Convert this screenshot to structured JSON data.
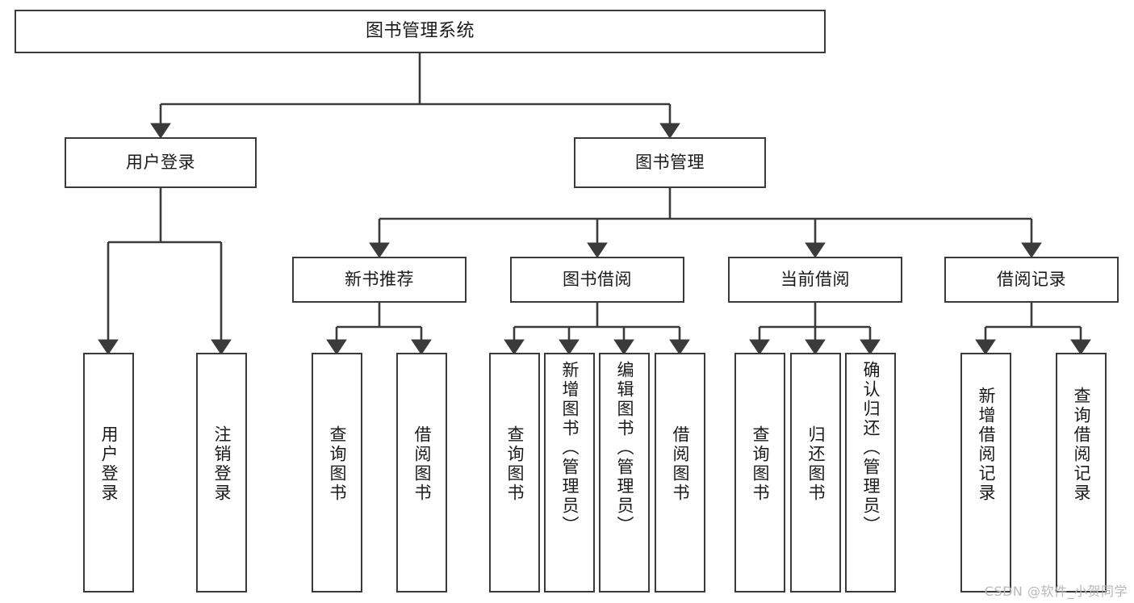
{
  "diagram": {
    "title": "图书管理系统",
    "watermark": "CSDN @软件_小贺同学",
    "line_color": "#3a3a3a",
    "text_color": "#1a1a1a",
    "background": "#ffffff",
    "orientation": "top-down tree",
    "levels": 4,
    "nodes": {
      "root": {
        "label": "图书管理系统",
        "level": 1
      },
      "l2_user_login": {
        "label": "用户登录",
        "level": 2
      },
      "l2_book_manage": {
        "label": "图书管理",
        "level": 2
      },
      "l3_new_book_rec": {
        "label": "新书推荐",
        "level": 3
      },
      "l3_book_borrow": {
        "label": "图书借阅",
        "level": 3
      },
      "l3_current_borrow": {
        "label": "当前借阅",
        "level": 3
      },
      "l3_borrow_record": {
        "label": "借阅记录",
        "level": 3
      },
      "l4_user_login": {
        "label": "用户登录",
        "level": 4,
        "parent": "用户登录"
      },
      "l4_logout_login": {
        "label": "注销登录",
        "level": 4,
        "parent": "用户登录"
      },
      "l4_query_book_a": {
        "label": "查询图书",
        "level": 4,
        "parent": "新书推荐"
      },
      "l4_borrow_book_a": {
        "label": "借阅图书",
        "level": 4,
        "parent": "新书推荐"
      },
      "l4_query_book_b": {
        "label": "查询图书",
        "level": 4,
        "parent": "图书借阅"
      },
      "l4_add_book": {
        "label": "新增图书（管理员）",
        "level": 4,
        "parent": "图书借阅"
      },
      "l4_edit_book": {
        "label": "编辑图书（管理员）",
        "level": 4,
        "parent": "图书借阅"
      },
      "l4_borrow_book_b": {
        "label": "借阅图书",
        "level": 4,
        "parent": "图书借阅"
      },
      "l4_query_book_c": {
        "label": "查询图书",
        "level": 4,
        "parent": "当前借阅"
      },
      "l4_return_book": {
        "label": "归还图书",
        "level": 4,
        "parent": "当前借阅"
      },
      "l4_confirm_return": {
        "label": "确认归还（管理员）",
        "level": 4,
        "parent": "当前借阅"
      },
      "l4_add_record": {
        "label": "新增借阅记录",
        "level": 4,
        "parent": "借阅记录"
      },
      "l4_query_record": {
        "label": "查询借阅记录",
        "level": 4,
        "parent": "借阅记录"
      }
    }
  }
}
